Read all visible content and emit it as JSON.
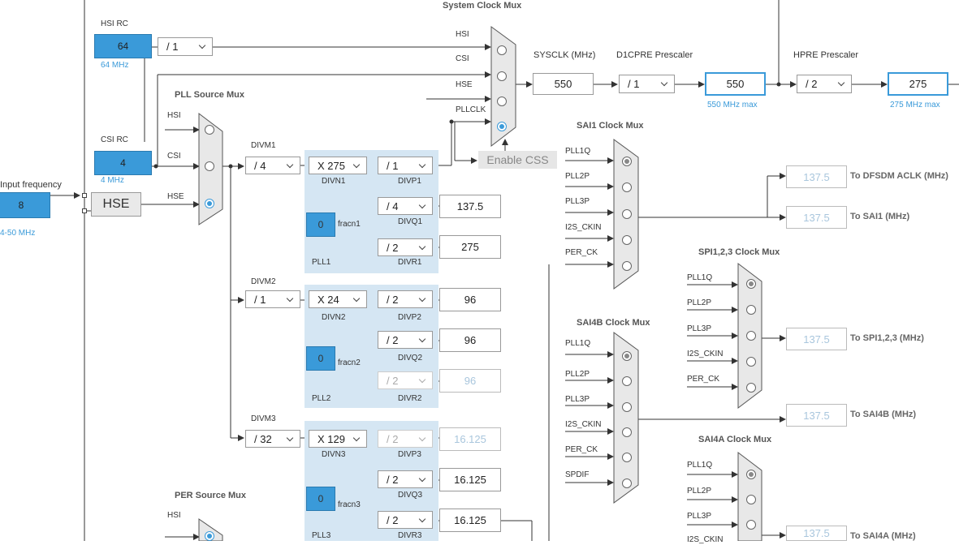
{
  "input_frequency": {
    "label": "Input frequency",
    "value": "8",
    "range": "4-50 MHz"
  },
  "hsi_rc": {
    "title": "HSI RC",
    "value": "64",
    "freq": "64 MHz",
    "div": "/ 1"
  },
  "csi_rc": {
    "title": "CSI RC",
    "value": "4",
    "freq": "4 MHz"
  },
  "hse_button": "HSE",
  "pll_source_mux": {
    "title": "PLL Source Mux",
    "in_hsi": "HSI",
    "in_csi": "CSI",
    "in_hse": "HSE"
  },
  "sys_clock_mux": {
    "title": "System Clock Mux",
    "in_hsi": "HSI",
    "in_csi": "CSI",
    "in_hse": "HSE",
    "in_pllclk": "PLLCLK"
  },
  "enable_css": "Enable CSS",
  "sysclk": {
    "label": "SYSCLK (MHz)",
    "value": "550"
  },
  "d1cpre": {
    "label": "D1CPRE Prescaler",
    "value": "/ 1"
  },
  "cpu_clk": {
    "value": "550",
    "max": "550 MHz max"
  },
  "hpre": {
    "label": "HPRE Prescaler",
    "value": "/ 2"
  },
  "hclk": {
    "value": "275",
    "max": "275 MHz max"
  },
  "pll1": {
    "divm_label": "DIVM1",
    "divm": "/ 4",
    "divn": "X 275",
    "divn_label": "DIVN1",
    "fracn_value": "0",
    "fracn_label": "fracn1",
    "divp": "/ 1",
    "divp_label": "DIVP1",
    "divq": "/ 4",
    "divq_label": "DIVQ1",
    "divq_out": "137.5",
    "divr": "/ 2",
    "divr_label": "DIVR1",
    "divr_out": "275",
    "name": "PLL1"
  },
  "pll2": {
    "divm_label": "DIVM2",
    "divm": "/ 1",
    "divn": "X 24",
    "divn_label": "DIVN2",
    "fracn_value": "0",
    "fracn_label": "fracn2",
    "divp": "/ 2",
    "divp_label": "DIVP2",
    "divp_out": "96",
    "divq": "/ 2",
    "divq_label": "DIVQ2",
    "divq_out": "96",
    "divr": "/ 2",
    "divr_label": "DIVR2",
    "divr_out": "96",
    "name": "PLL2"
  },
  "pll3": {
    "divm_label": "DIVM3",
    "divm": "/ 32",
    "divn": "X 129",
    "divn_label": "DIVN3",
    "fracn_value": "0",
    "fracn_label": "fracn3",
    "divp": "/ 2",
    "divp_label": "DIVP3",
    "divp_out": "16.125",
    "divq": "/ 2",
    "divq_label": "DIVQ3",
    "divq_out": "16.125",
    "divr": "/ 2",
    "divr_label": "DIVR3",
    "divr_out": "16.125",
    "name": "PLL3"
  },
  "per_source_mux": {
    "title": "PER Source Mux",
    "in_hsi": "HSI"
  },
  "sai1_mux": {
    "title": "SAI1 Clock Mux",
    "inputs": [
      "PLL1Q",
      "PLL2P",
      "PLL3P",
      "I2S_CKIN",
      "PER_CK"
    ]
  },
  "sai4b_mux": {
    "title": "SAI4B Clock Mux",
    "inputs": [
      "PLL1Q",
      "PLL2P",
      "PLL3P",
      "I2S_CKIN",
      "PER_CK",
      "SPDIF"
    ]
  },
  "spi123_mux": {
    "title": "SPI1,2,3 Clock Mux",
    "inputs": [
      "PLL1Q",
      "PLL2P",
      "PLL3P",
      "I2S_CKIN",
      "PER_CK"
    ]
  },
  "sai4a_mux": {
    "title": "SAI4A Clock Mux",
    "inputs": [
      "PLL1Q",
      "PLL2P",
      "PLL3P",
      "I2S_CKIN"
    ]
  },
  "outputs": {
    "dfsdm": {
      "value": "137.5",
      "label": "To DFSDM ACLK (MHz)"
    },
    "sai1": {
      "value": "137.5",
      "label": "To SAI1 (MHz)"
    },
    "spi123": {
      "value": "137.5",
      "label": "To SPI1,2,3 (MHz)"
    },
    "sai4b": {
      "value": "137.5",
      "label": "To SAI4B (MHz)"
    },
    "sai4a": {
      "value": "137.5",
      "label": "To SAI4A (MHz)"
    }
  },
  "colors": {
    "accent": "#3a9ad9",
    "pll_bg": "#d5e6f3",
    "wire": "#333333"
  }
}
